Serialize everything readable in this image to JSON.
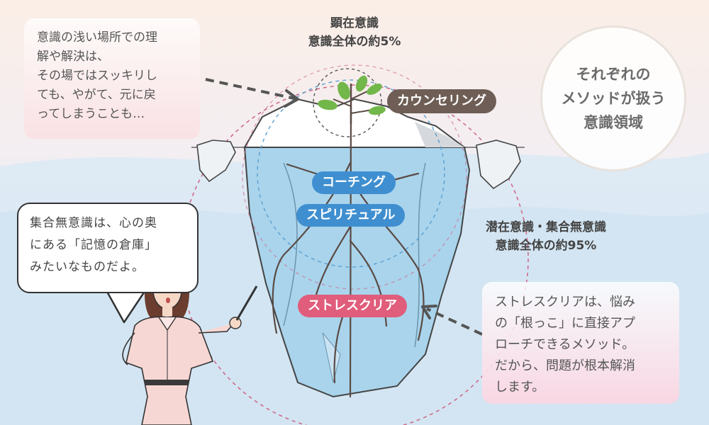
{
  "surface": {
    "title": "顕在意識",
    "subtitle": "意識全体の約5%"
  },
  "subconscious": {
    "title": "潜在意識・集合無意識",
    "subtitle": "意識全体の約95%"
  },
  "circle_title": "それぞれの\nメソッドが扱う\n意識領域",
  "methods": {
    "counseling": "カウンセリング",
    "coaching": "コーチング",
    "spiritual": "スピリチュアル",
    "stress_clear": "ストレスクリア"
  },
  "note_top_left": "意識の浅い場所での理\n解や解決は、\nその場ではスッキリし\nても、やがて、元に戻\nってしまうことも…",
  "note_bottom_right": "ストレスクリアは、悩み\nの「根っこ」に直接アプ\nローチできるメソッド。\nだから、問題が根本解消\nします。",
  "speech_bubble": "集合無意識は、心の奥\nにある「記憶の倉庫」\nみたいなものだよ。",
  "colors": {
    "water": "#a9d4ec",
    "ice": "#ffffff",
    "counseling": "#6e5e55",
    "coaching": "#3f8fd0",
    "stress_clear": "#e05d7b",
    "dashed_circle": "#d06a8c",
    "dashed_circle_inner": "#5a9fd0"
  }
}
